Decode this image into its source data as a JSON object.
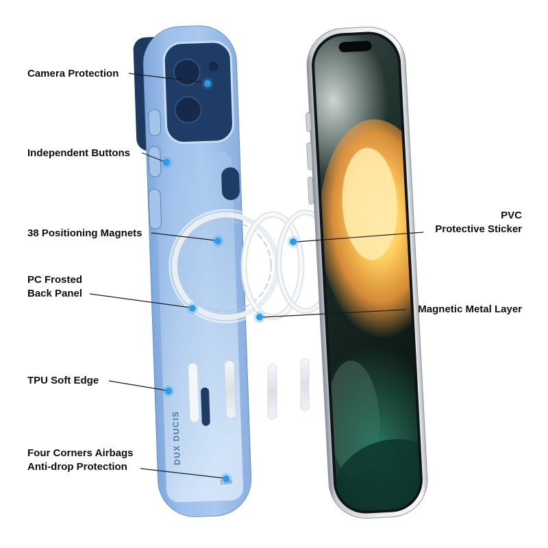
{
  "callouts": {
    "left": [
      {
        "label": "Camera Protection"
      },
      {
        "label": "Independent Buttons"
      },
      {
        "label": "38 Positioning Magnets"
      },
      {
        "label": "PC Frosted\nBack Panel"
      },
      {
        "label": "TPU Soft Edge"
      },
      {
        "label": "Four Corners Airbags\nAnti-drop Protection"
      }
    ],
    "right": [
      {
        "label": "PVC\nProtective Sticker"
      },
      {
        "label": "Magnetic Metal Layer"
      }
    ]
  },
  "case": {
    "brand_text": "DUX DUCIS",
    "watt_text": "15W"
  },
  "colors": {
    "dot_blue": "#2F9BE8",
    "line_black": "#1A1A1A",
    "case_blue": "#8FB5E3",
    "case_navy": "#1F3C66",
    "phone_frame_silver": "#EDEFF1",
    "screen_glow_orange": "#FFB340",
    "screen_teal": "#1E5A4C"
  }
}
